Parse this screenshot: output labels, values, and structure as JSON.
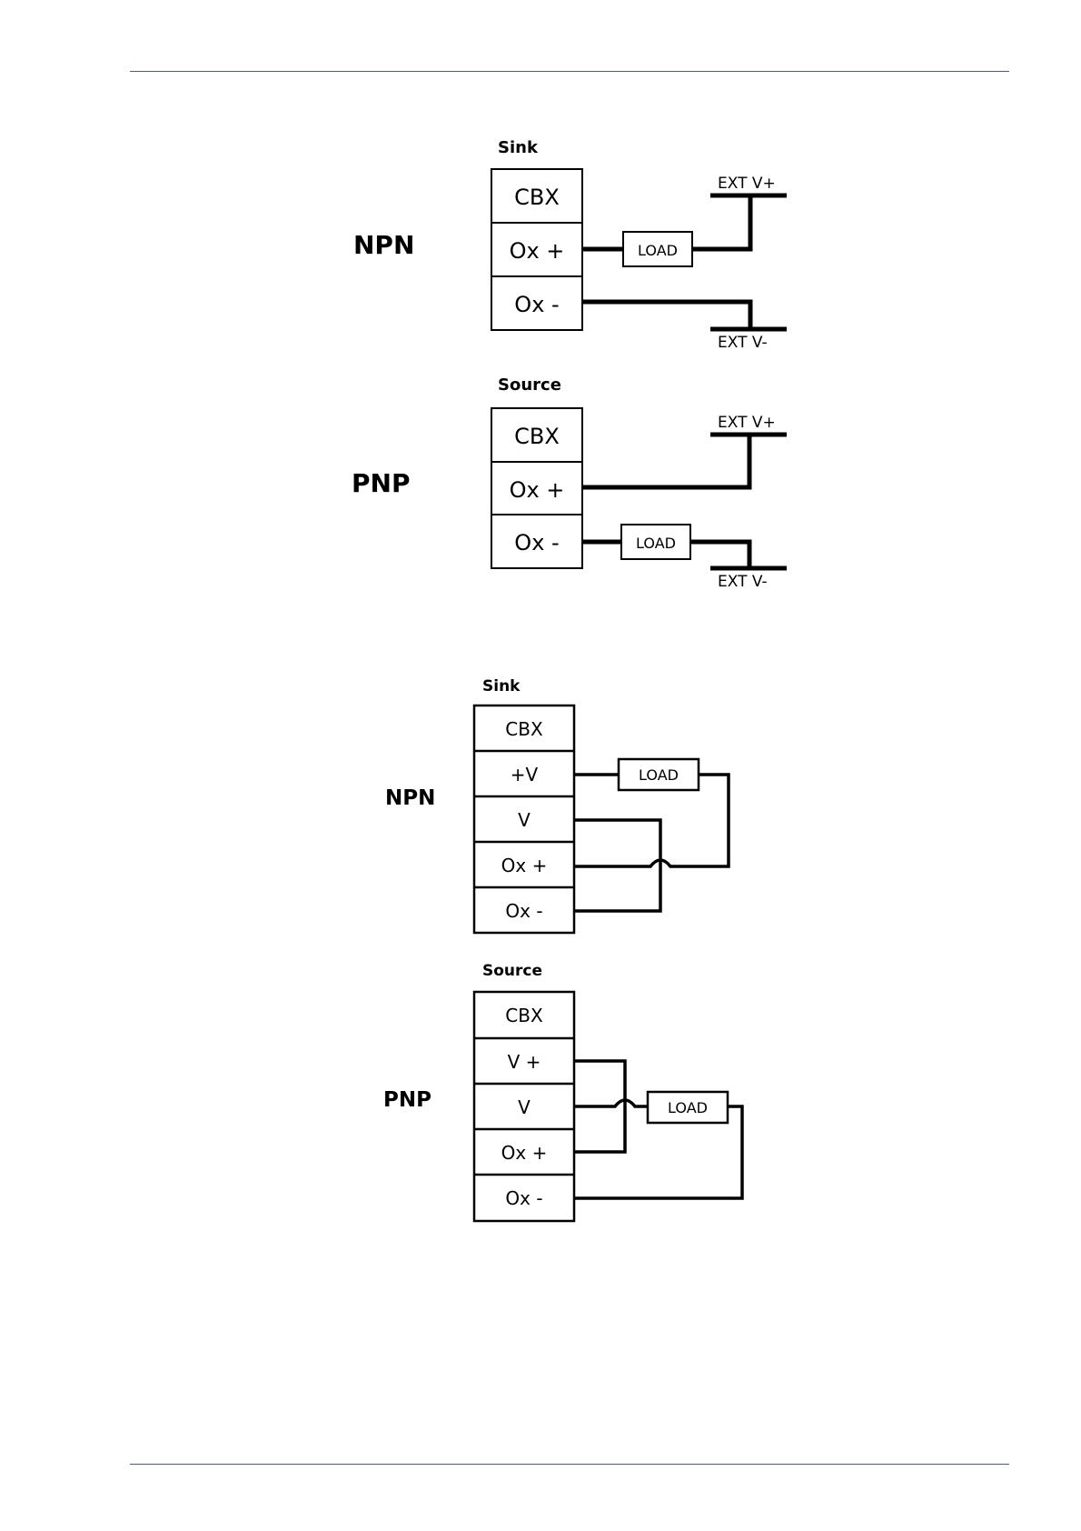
{
  "diagram_1": {
    "npn": {
      "type_label": "NPN",
      "mode_label": "Sink",
      "cells": [
        "CBX",
        "Ox +",
        "Ox -"
      ],
      "load_label": "LOAD",
      "ext_vplus": "EXT  V+",
      "ext_vminus": "EXT  V-"
    },
    "pnp": {
      "type_label": "PNP",
      "mode_label": "Source",
      "cells": [
        "CBX",
        "Ox +",
        "Ox -"
      ],
      "load_label": "LOAD",
      "ext_vplus": "EXT  V+",
      "ext_vminus": "EXT  V-"
    }
  },
  "diagram_2": {
    "npn": {
      "type_label": "NPN",
      "mode_label": "Sink",
      "cells": [
        "CBX",
        "+V",
        "V",
        "Ox +",
        "Ox -"
      ],
      "load_label": "LOAD"
    },
    "pnp": {
      "type_label": "PNP",
      "mode_label": "Source",
      "cells": [
        "CBX",
        "V +",
        "V",
        "Ox +",
        "Ox -"
      ],
      "load_label": "LOAD"
    }
  }
}
